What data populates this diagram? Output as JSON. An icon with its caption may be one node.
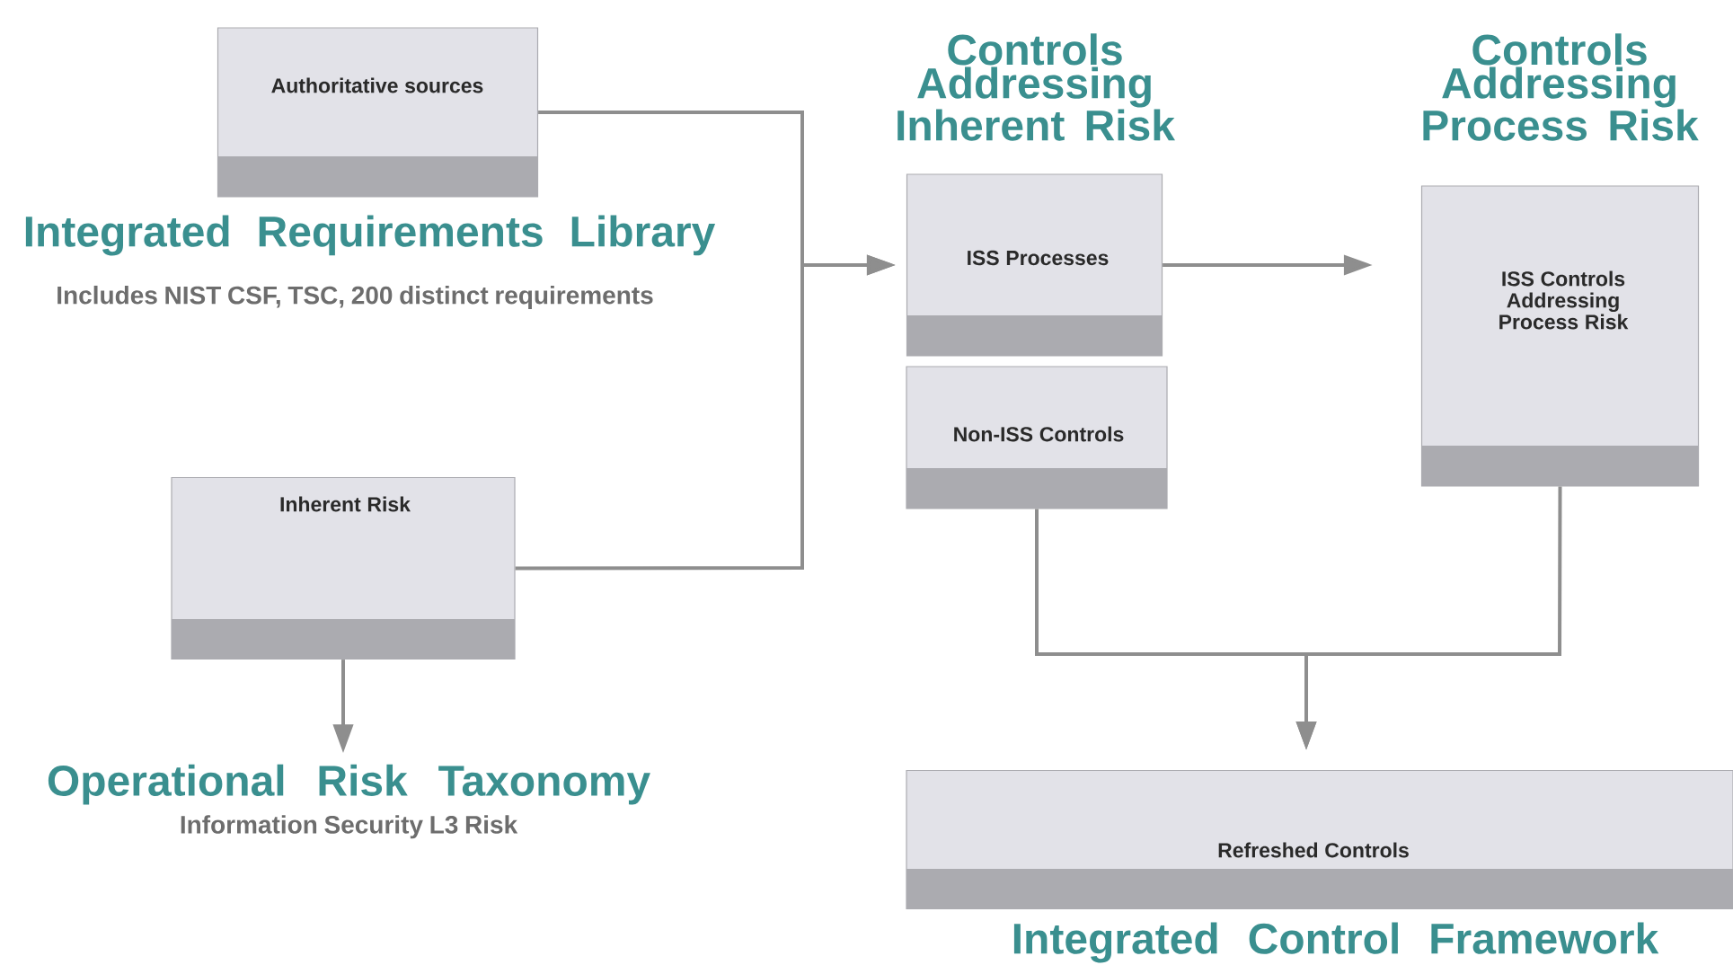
{
  "diagram": {
    "nodes": [
      {
        "text": [
          "Authoritative sources"
        ],
        "beside": [
          "Integrated Requirements Library",
          "Includes NIST CSF, TSC, 200 distinct requirements"
        ]
      },
      {
        "text": [
          "Inherent Risk"
        ]
      },
      {
        "text": [
          "Operational Risk Taxonomy",
          "Information Security L3 Risk"
        ]
      },
      {
        "text": [
          "ISS Processes"
        ],
        "beside": [
          "Controls Addressing Inherent Risk"
        ]
      },
      {
        "text": [
          "Non-ISS Controls"
        ]
      },
      {
        "text": [
          "ISS Controls Addressing Process Risk"
        ],
        "beside": [
          "Controls Addressing Process Risk"
        ]
      },
      {
        "text": [
          "Refreshed Controls"
        ],
        "beside": [
          "Integrated Control Framework"
        ]
      }
    ],
    "edges": [
      {
        "from": 0,
        "to": 3,
        "arrow": "to"
      },
      {
        "from": 1,
        "to": 3,
        "arrow": "to"
      },
      {
        "from": 3,
        "to": 5,
        "arrow": "to"
      },
      {
        "from": 4,
        "to": 6,
        "arrow": "to"
      },
      {
        "from": 5,
        "to": 6,
        "arrow": "to"
      },
      {
        "from": 1,
        "to": 2,
        "arrow": "to"
      }
    ]
  }
}
